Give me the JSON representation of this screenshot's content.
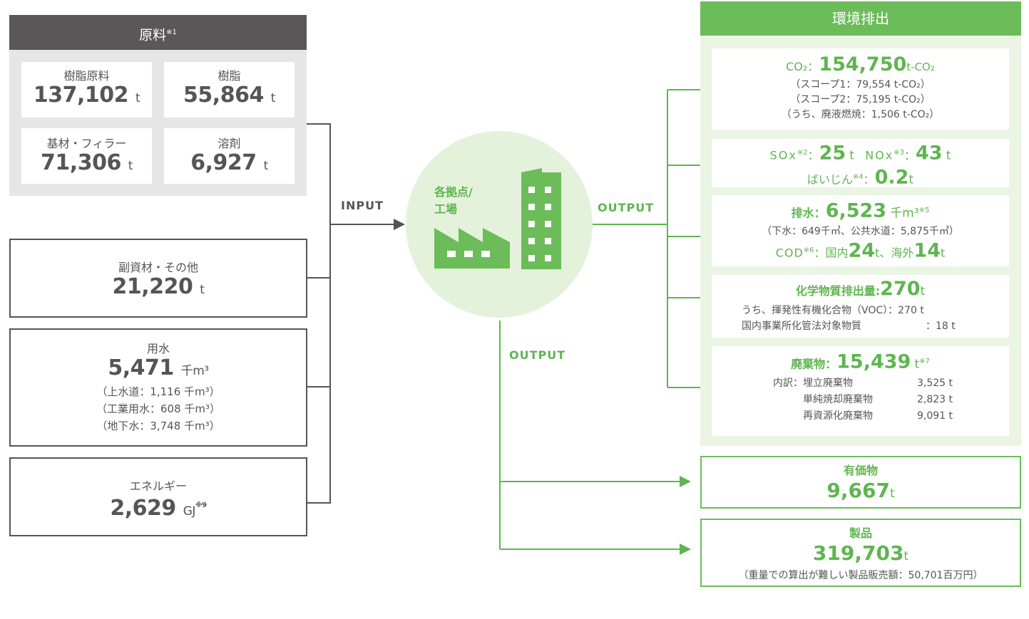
{
  "input": {
    "raw": {
      "title": "原料",
      "title_note": "※1",
      "cells": [
        {
          "label": "樹脂原料",
          "value": "137,102",
          "unit": "t"
        },
        {
          "label": "樹脂",
          "value": "55,864",
          "unit": "t"
        },
        {
          "label": "基材・フィラー",
          "value": "71,306",
          "unit": "t"
        },
        {
          "label": "溶剤",
          "value": "6,927",
          "unit": "t"
        }
      ]
    },
    "sub": {
      "label": "副資材・その他",
      "value": "21,220",
      "unit": "t"
    },
    "water": {
      "label": "用水",
      "value": "5,471",
      "unit": "千m³",
      "details": [
        "（上水道：1,116 千m³）",
        "（工業用水：608 千m³）",
        "（地下水：3,748 千m³）"
      ]
    },
    "energy": {
      "label": "エネルギー",
      "value": "2,629",
      "unit": "GJ",
      "note": "※9"
    }
  },
  "flow": {
    "input_label": "INPUT",
    "output_label_right": "OUTPUT",
    "output_label_bottom": "OUTPUT",
    "factory_label_1": "各拠点/",
    "factory_label_2": "工場"
  },
  "environment": {
    "title": "環境排出",
    "co2": {
      "prefix": "CO₂：",
      "value": "154,750",
      "unit": "t-CO₂",
      "lines": [
        "（スコープ1：79,554 t-CO₂）",
        "（スコープ2：75,195 t-CO₂）",
        "（うち、廃液燃焼：1,506 t-CO₂）"
      ]
    },
    "air": {
      "sox_label": "SOx",
      "sox_note": "※2",
      "sox_value": "25",
      "sox_unit": "t",
      "nox_label": "NOx",
      "nox_note": "※3",
      "nox_value": "43",
      "nox_unit": "t",
      "dust_label": "ばいじん",
      "dust_note": "※4",
      "dust_value": "0.2",
      "dust_unit": "t"
    },
    "wastewater": {
      "label": "排水：",
      "value": "6,523",
      "unit": "千m³",
      "note": "※5",
      "detail": "（下水：649千㎥、公共水道：5,875千㎥）",
      "cod_label": "COD",
      "cod_note": "※6",
      "cod_mid": "：国内",
      "cod_domestic": "24",
      "cod_unit1": "t、海外",
      "cod_overseas": "14",
      "cod_unit2": "t"
    },
    "chemicals": {
      "label": "化学物質排出量:",
      "value": "270",
      "unit": "t",
      "row1_label": "うち、揮発性有機化合物（VOC）：",
      "row1_value": "270 t",
      "row2_label": "国内事業所化管法対象物質",
      "row2_value": "：18 t"
    },
    "waste": {
      "label": "廃棄物：",
      "value": "15,439",
      "unit": "t",
      "note": "※7",
      "prefix": "内訳：",
      "items": [
        {
          "name": "埋立廃棄物",
          "value": "3,525 t"
        },
        {
          "name": "単純焼却廃棄物",
          "value": "2,823 t"
        },
        {
          "name": "再資源化廃棄物",
          "value": "9,091 t"
        }
      ]
    }
  },
  "valuables": {
    "label": "有価物",
    "value": "9,667",
    "unit": "t"
  },
  "products": {
    "label": "製品",
    "value": "319,703",
    "unit": "t",
    "note": "（重量での算出が難しい製品販売額：50,701百万円）"
  },
  "colors": {
    "green": "#5fb550",
    "green_fill": "#6cbc5a",
    "dark": "#595757",
    "panel_grey": "#e6e6e6",
    "panel_green": "#eaf5e4",
    "circle": "#e4f2dc"
  }
}
